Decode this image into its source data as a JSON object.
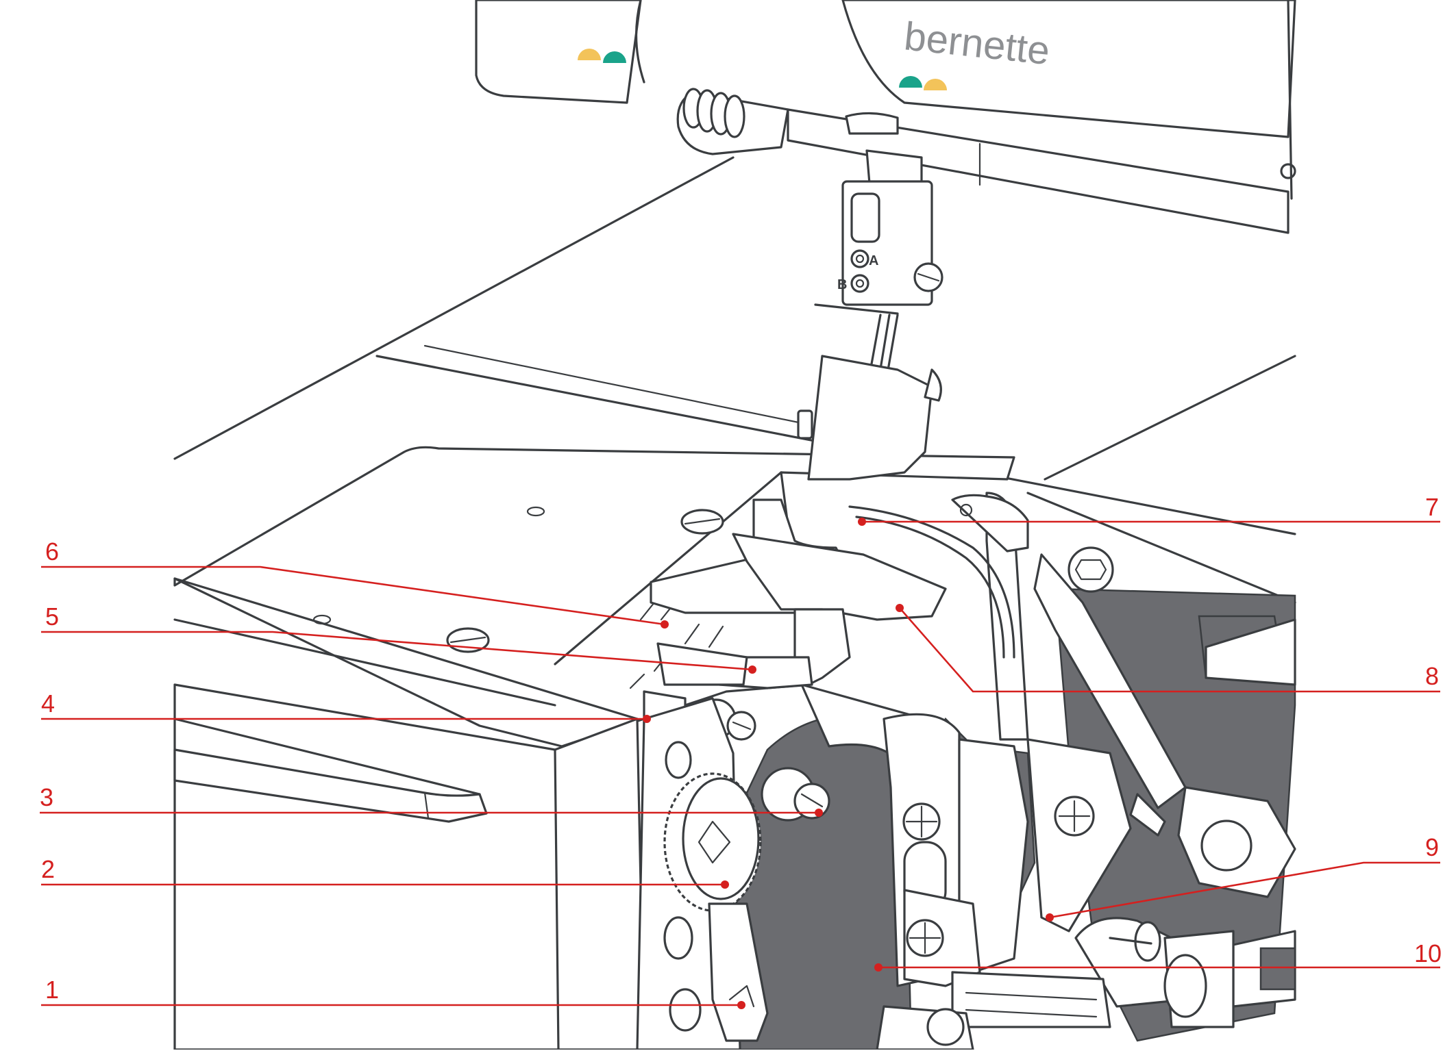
{
  "brand": {
    "name": "bernette",
    "dot_colors": [
      "#f3c35a",
      "#1aa38a"
    ]
  },
  "needle_clamp_marks": [
    "A",
    "B"
  ],
  "callouts": [
    {
      "id": "1",
      "label": "1"
    },
    {
      "id": "2",
      "label": "2"
    },
    {
      "id": "3",
      "label": "3"
    },
    {
      "id": "4",
      "label": "4"
    },
    {
      "id": "5",
      "label": "5"
    },
    {
      "id": "6",
      "label": "6"
    },
    {
      "id": "7",
      "label": "7"
    },
    {
      "id": "8",
      "label": "8"
    },
    {
      "id": "9",
      "label": "9"
    },
    {
      "id": "10",
      "label": "10"
    }
  ],
  "colors": {
    "callout": "#d5201f",
    "outline": "#3a3d40",
    "shadow": "#6b6c70"
  }
}
